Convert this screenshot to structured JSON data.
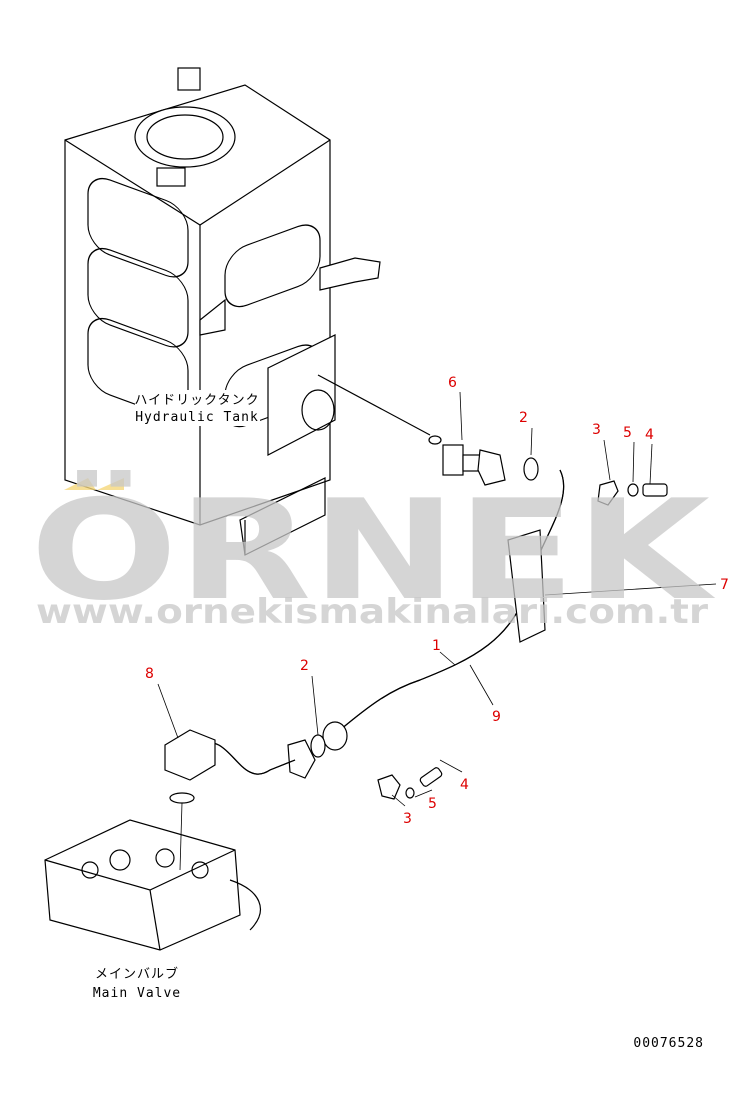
{
  "diagram": {
    "tank_label_jp": "ハイドリックタンク",
    "tank_label_en": "Hydraulic Tank",
    "valve_label_jp": "メインバルブ",
    "valve_label_en": "Main Valve",
    "drawing_code": "00076528",
    "callouts": {
      "c6": "6",
      "c2a": "2",
      "c3a": "3",
      "c5a": "5",
      "c4a": "4",
      "c7": "7",
      "c1": "1",
      "c9": "9",
      "c2b": "2",
      "c8": "8",
      "c4b": "4",
      "c5b": "5",
      "c3b": "3"
    },
    "callout_color": "#dd0000"
  },
  "watermark": {
    "brand": "ÖRNEK",
    "url": "www.ornekismakinalari.com.tr",
    "color": "#c8c8c8",
    "accent": "#f5d77a"
  }
}
